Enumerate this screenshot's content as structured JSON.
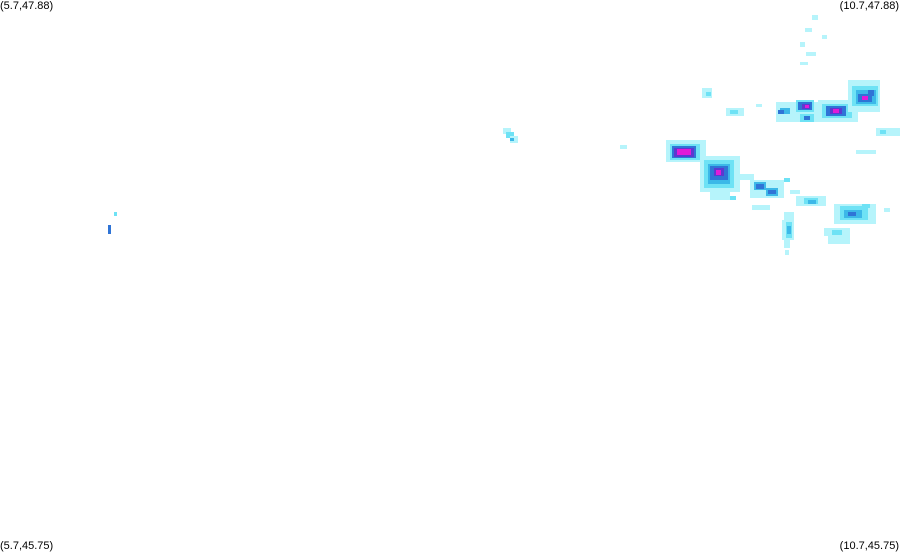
{
  "corners": {
    "top_left": "(5.7,47.88)",
    "top_right": "(10.7,47.88)",
    "bottom_left": "(5.7,45.75)",
    "bottom_right": "(10.7,45.75)"
  },
  "colors": {
    "background": "#ffffff",
    "intensity_light": "#b6f4fb",
    "intensity_cyan": "#6ee2f5",
    "intensity_mid": "#3cb8e8",
    "intensity_blue": "#2f74d6",
    "intensity_purple": "#5a3ad0",
    "intensity_magenta": "#e21ad8"
  },
  "extent": {
    "lon_min": 5.7,
    "lon_max": 10.7,
    "lat_min": 45.75,
    "lat_max": 47.88
  }
}
